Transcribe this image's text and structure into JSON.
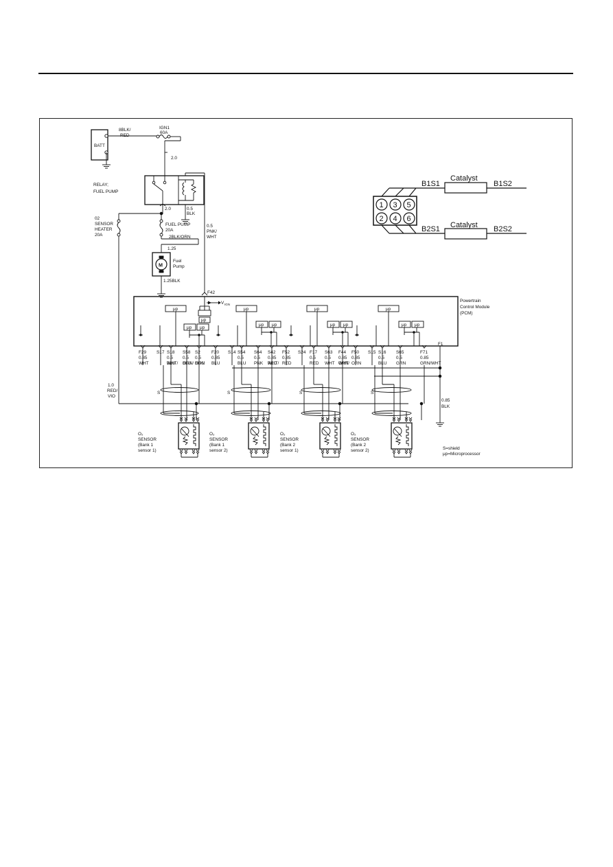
{
  "diagram": {
    "power": {
      "batt": "BATT",
      "batt_wire_1": "8BLK/",
      "batt_wire_2": "RED",
      "ign_fuse_1": "IGN1",
      "ign_fuse_2": "60A",
      "wire_2_0_a": "2.0",
      "relay_1": "RELAY;",
      "relay_2": "FUEL PUMP",
      "wire_2_0_b": "2.0",
      "gnd_wire_1": "0.5",
      "gnd_wire_2": "BLK",
      "heater_1": "02",
      "heater_2": "SENSOR",
      "heater_3": "HEATER",
      "heater_4": "20A",
      "fp_fuse_1": "FUEL PUMP",
      "fp_fuse_2": "20A",
      "fp_wire": "2BLK/ORN",
      "motor_wire_top": "1.25",
      "motor_symbol": "M",
      "motor_1": "Fuel",
      "motor_2": "Pump",
      "motor_wire_bottom": "1.25BLK",
      "pnk_1": "0.5",
      "pnk_2": "PNK/",
      "pnk_3": "WHT",
      "red_1": "1.0",
      "red_2": "RED/",
      "red_3": "VIO"
    },
    "pcm": {
      "label_1": "Powertrain",
      "label_2": "Control Module",
      "label_3": "(PCM)",
      "f42": "F42",
      "vign": "V",
      "vign_sub": "IGN",
      "up": "μp",
      "f1": "F1",
      "gnd_wire_1": "0.85",
      "gnd_wire_2": "BLK"
    },
    "pins": [
      {
        "pin": "F29",
        "size": "0.85",
        "color": "WHT"
      },
      {
        "pin": "S17",
        "size": "",
        "color": ""
      },
      {
        "pin": "S18",
        "size": "0.5",
        "color": "WHT/ BLU"
      },
      {
        "pin": "S58",
        "size": "0.5",
        "color": "ORN/ BLU"
      },
      {
        "pin": "S2",
        "size": "0.5",
        "color": "BLK/ ORN"
      },
      {
        "pin": "F20",
        "size": "0.85",
        "color": "BLU"
      },
      {
        "pin": "S14",
        "size": "",
        "color": ""
      },
      {
        "pin": "S54",
        "size": "0.5",
        "color": "BLU"
      },
      {
        "pin": "S64",
        "size": "0.5",
        "color": "PNK"
      },
      {
        "pin": "S42",
        "size": "0.85",
        "color": "WHT/ RED"
      },
      {
        "pin": "F52",
        "size": "0.85",
        "color": "RED"
      },
      {
        "pin": "S24",
        "size": "",
        "color": ""
      },
      {
        "pin": "F17",
        "size": "0.5",
        "color": "RED"
      },
      {
        "pin": "S63",
        "size": "0.5",
        "color": "WHT"
      },
      {
        "pin": "F44",
        "size": "0.85",
        "color": "ORN/ WHT"
      },
      {
        "pin": "F50",
        "size": "0.85",
        "color": "ORN"
      },
      {
        "pin": "S15",
        "size": "",
        "color": ""
      },
      {
        "pin": "S16",
        "size": "0.5",
        "color": "BLU"
      },
      {
        "pin": "S65",
        "size": "0.5",
        "color": "GRN"
      },
      {
        "pin": "F71",
        "size": "0.85",
        "color": "GRN/WHT"
      }
    ],
    "shield_mark": "S",
    "sensors": [
      {
        "l1": "O₂",
        "l2": "SENSOR",
        "l3": "(Bank 1",
        "l4": "sensor 1)"
      },
      {
        "l1": "O₂",
        "l2": "SENSOR",
        "l3": "(Bank 1",
        "l4": "sensor 2)"
      },
      {
        "l1": "O₂",
        "l2": "SENSOR",
        "l3": "(Bank 2",
        "l4": "sensor 1)"
      },
      {
        "l1": "O₂",
        "l2": "SENSOR",
        "l3": "(Bank 2",
        "l4": "sensor 2)"
      }
    ],
    "legend": {
      "shield": "S=shield",
      "micro": "μp=Microprocessor"
    },
    "engine": {
      "b1s1": "B1S1",
      "b1s2": "B1S2",
      "b2s1": "B2S1",
      "b2s2": "B2S2",
      "catalyst_1": "Catalyst",
      "catalyst_2": "Catalyst",
      "cylinders": [
        "1",
        "3",
        "5",
        "2",
        "4",
        "6"
      ]
    }
  }
}
